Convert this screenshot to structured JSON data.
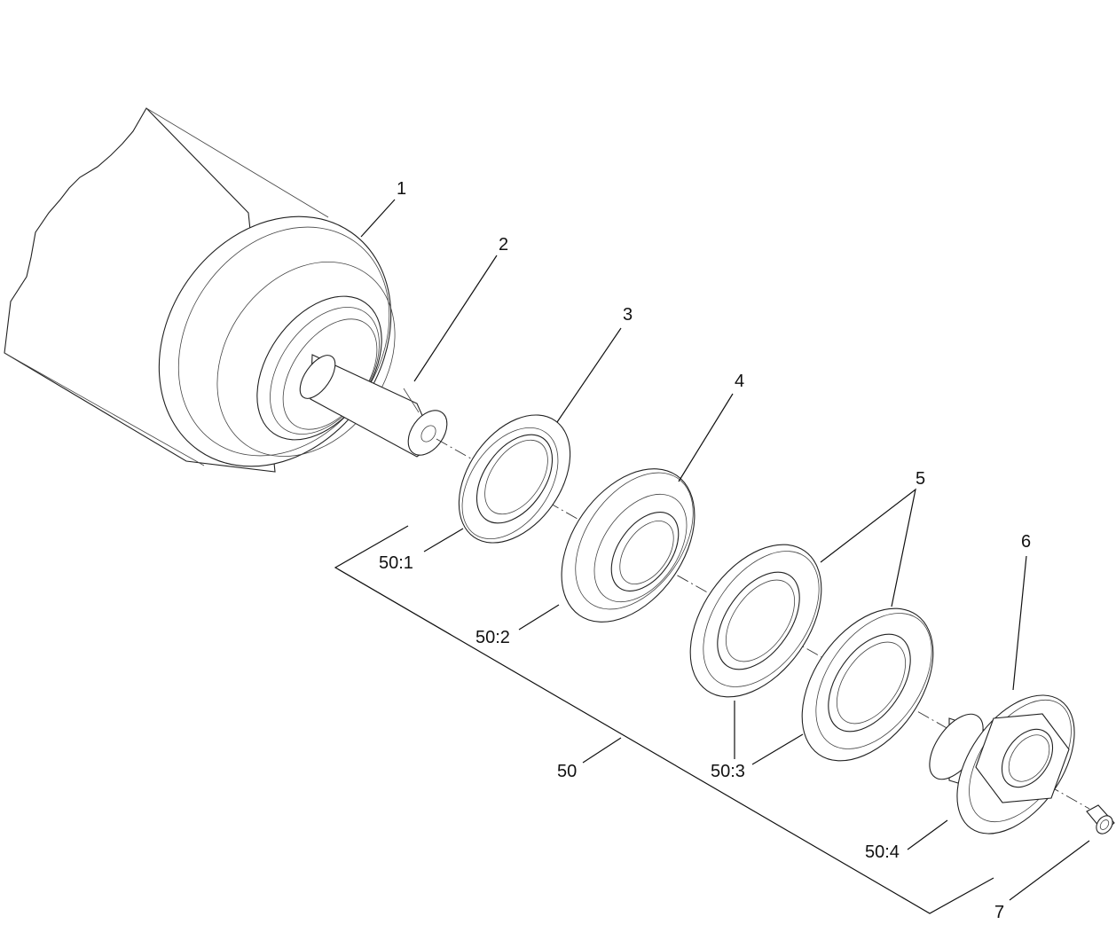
{
  "diagram": {
    "callouts": {
      "c1": "1",
      "c2": "2",
      "c3": "3",
      "c4": "4",
      "c5": "5",
      "c6": "6",
      "c7": "7",
      "c50": "50",
      "c50_1": "50:1",
      "c50_2": "50:2",
      "c50_3": "50:3",
      "c50_4": "50:4"
    }
  }
}
